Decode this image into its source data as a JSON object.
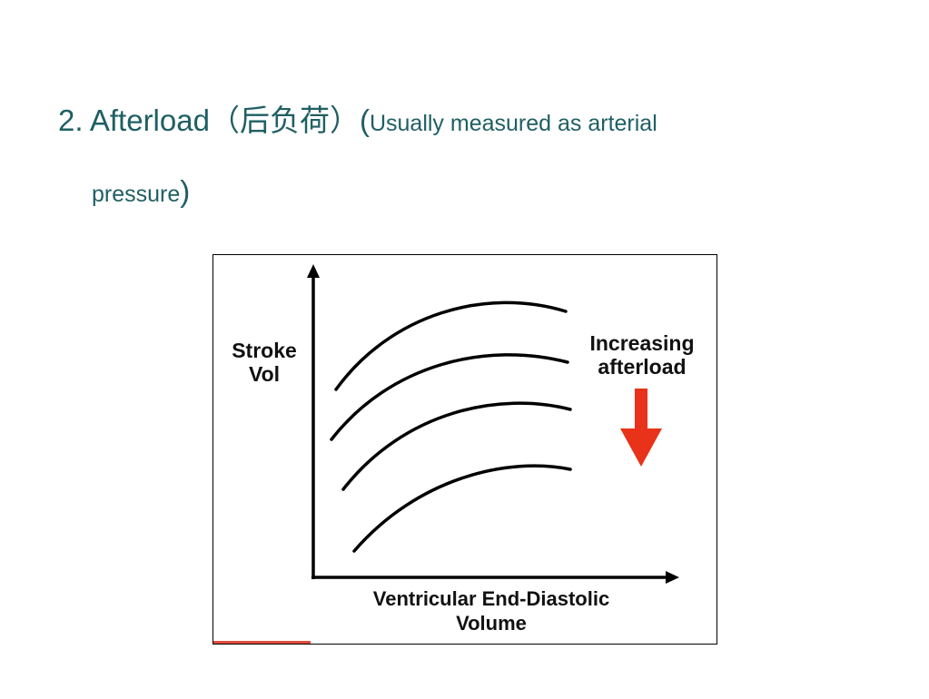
{
  "title": {
    "main": "2. Afterload（后负荷）",
    "open_paren": "(",
    "note_line1": "Usually measured as arterial",
    "note_line2": "pressure",
    "close_paren": ")"
  },
  "figure": {
    "y_label_line1": "Stroke",
    "y_label_line2": "Vol",
    "x_label_line1": "Ventricular End-Diastolic",
    "x_label_line2": "Volume",
    "annotation_line1": "Increasing",
    "annotation_line2": "afterload",
    "arrow_color": "#e8321a",
    "curve_count": 4
  }
}
